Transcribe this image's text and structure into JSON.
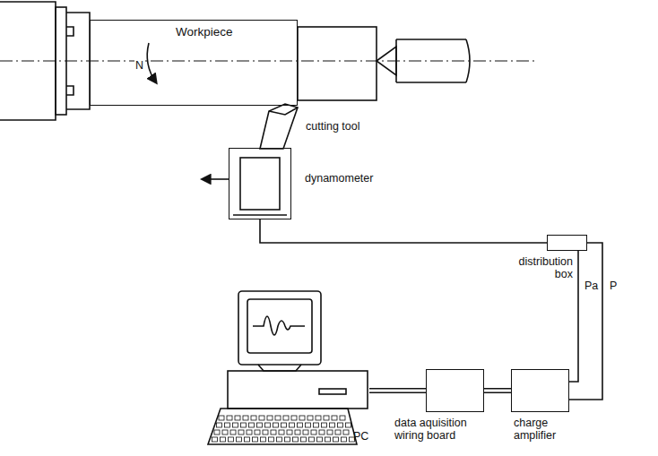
{
  "diagram": {
    "nodes": [
      {
        "text": [
          "Workpiece"
        ]
      },
      {
        "text": [
          "dynamometer"
        ]
      },
      {
        "text": [
          "distribution box"
        ]
      },
      {
        "text": [
          "charge amplifier"
        ]
      },
      {
        "text": [
          "data aquisition wiring board"
        ]
      },
      {
        "text": [
          "PC"
        ]
      }
    ],
    "edges": [
      {
        "from": 1,
        "to": 2,
        "arrow": "none"
      },
      {
        "from": 2,
        "to": 3,
        "label": "Pa",
        "arrow": "none"
      },
      {
        "from": 2,
        "to": 3,
        "label": "P",
        "arrow": "none"
      },
      {
        "from": 3,
        "to": 4,
        "arrow": "none"
      },
      {
        "from": 4,
        "to": 5,
        "arrow": "none"
      }
    ],
    "labels": [
      "N",
      "cutting tool"
    ]
  }
}
